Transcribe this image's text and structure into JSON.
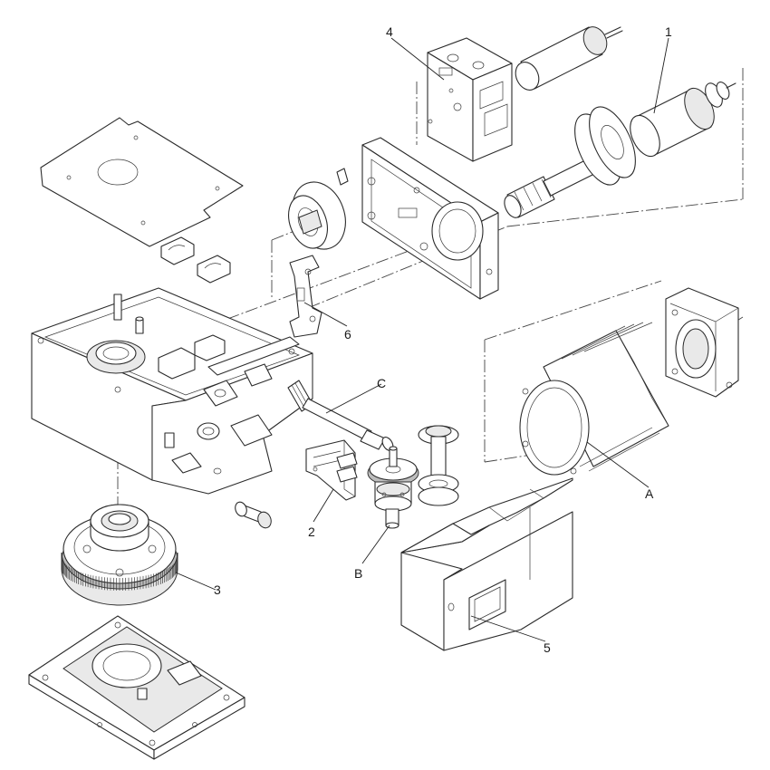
{
  "labels": {
    "part_1": "1",
    "part_2": "2",
    "part_3": "3",
    "part_4": "4",
    "part_5": "5",
    "part_6": "6",
    "part_A": "A",
    "part_B": "B",
    "part_C": "C"
  }
}
